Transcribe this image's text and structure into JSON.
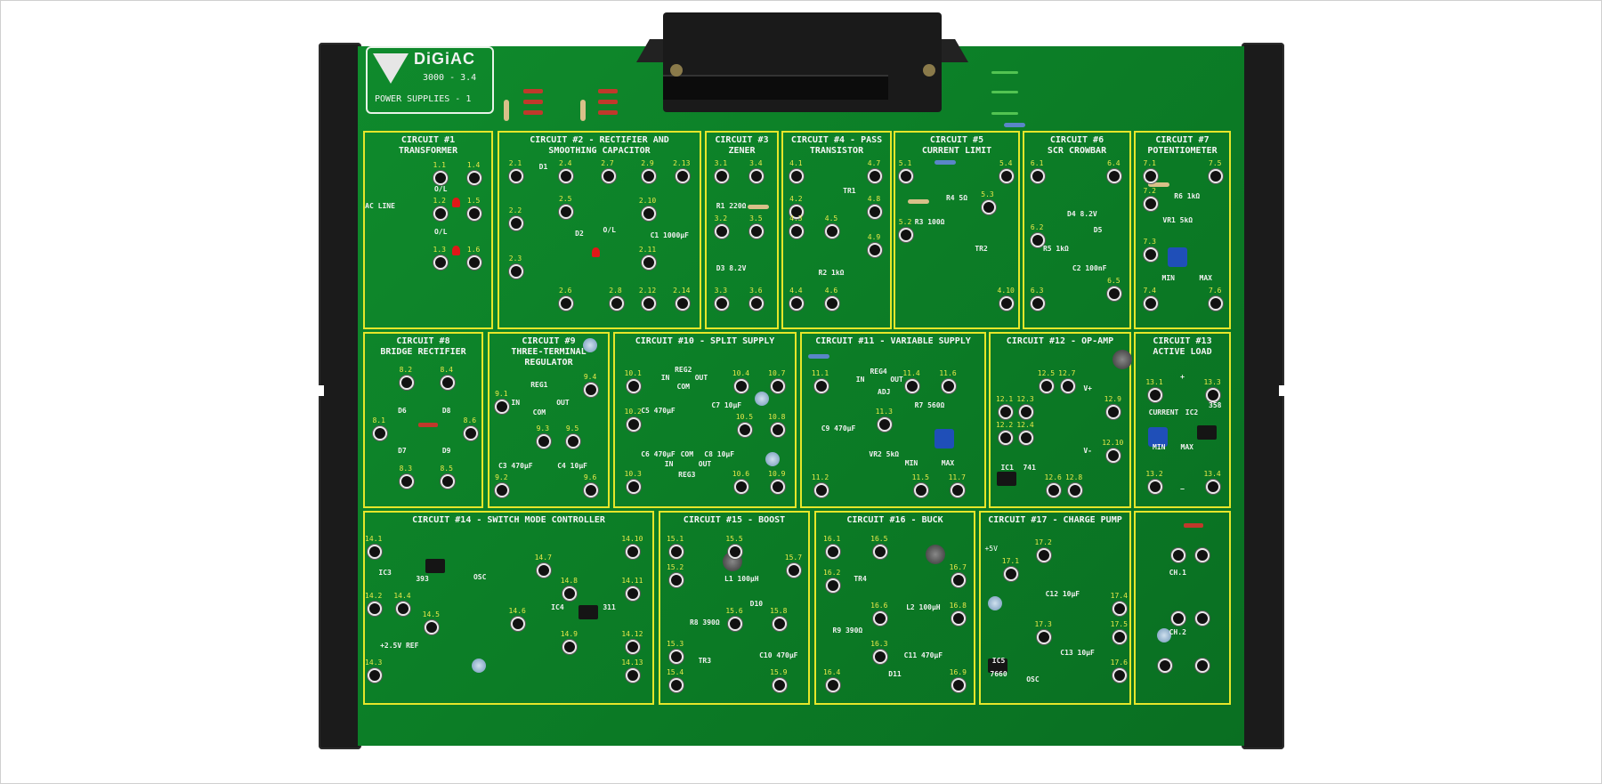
{
  "logo": {
    "brand": "DiGiAC",
    "model": "3000 - 3.4",
    "name": "POWER SUPPLIES - 1"
  },
  "colors": {
    "board": "#0b7a25",
    "outline": "#e6e62a",
    "terminal_label": "#e8e84a"
  },
  "panels": [
    {
      "title": [
        "CIRCUIT #1",
        "TRANSFORMER"
      ],
      "terminals": [
        "1.1",
        "1.4",
        "1.2",
        "1.5",
        "1.3",
        "1.6"
      ],
      "parts": [
        "O/L",
        "O/L",
        "AC LINE"
      ]
    },
    {
      "title": [
        "CIRCUIT #2 - RECTIFIER AND",
        "SMOOTHING CAPACITOR"
      ],
      "terminals": [
        "2.1",
        "2.4",
        "2.7",
        "2.9",
        "2.13",
        "2.2",
        "2.5",
        "2.10",
        "2.3",
        "2.11",
        "2.6",
        "2.8",
        "2.12",
        "2.14"
      ],
      "parts": [
        "D1",
        "D2",
        "O/L",
        "C1 1000µF"
      ]
    },
    {
      "title": [
        "CIRCUIT #3",
        "ZENER"
      ],
      "terminals": [
        "3.1",
        "3.4",
        "3.2",
        "3.5",
        "3.3",
        "3.6"
      ],
      "parts": [
        "R1 220Ω",
        "D3 8.2V"
      ]
    },
    {
      "title": [
        "CIRCUIT #4 - PASS",
        "TRANSISTOR"
      ],
      "terminals": [
        "4.1",
        "4.7",
        "4.2",
        "4.8",
        "4.3",
        "4.5",
        "4.9",
        "4.4",
        "4.6"
      ],
      "parts": [
        "TR1",
        "R2 1kΩ"
      ]
    },
    {
      "title": [
        "CIRCUIT #5",
        "CURRENT LIMIT"
      ],
      "terminals": [
        "5.1",
        "5.4",
        "5.3",
        "5.2",
        "4.10"
      ],
      "parts": [
        "R4 5Ω",
        "R3 100Ω",
        "TR2"
      ]
    },
    {
      "title": [
        "CIRCUIT #6",
        "SCR CROWBAR"
      ],
      "terminals": [
        "6.1",
        "6.4",
        "6.2",
        "6.3",
        "6.5"
      ],
      "parts": [
        "D4 8.2V",
        "D5",
        "R5 1kΩ",
        "C2 100nF"
      ]
    },
    {
      "title": [
        "CIRCUIT #7",
        "POTENTIOMETER"
      ],
      "terminals": [
        "7.1",
        "7.5",
        "7.2",
        "7.3",
        "7.4",
        "7.6"
      ],
      "parts": [
        "R6 1kΩ",
        "VR1 5kΩ",
        "MIN",
        "MAX"
      ]
    },
    {
      "title": [
        "CIRCUIT #8",
        "BRIDGE RECTIFIER"
      ],
      "terminals": [
        "8.2",
        "8.4",
        "8.1",
        "8.6",
        "8.3",
        "8.5"
      ],
      "parts": [
        "D6",
        "D8",
        "D7",
        "D9"
      ]
    },
    {
      "title": [
        "CIRCUIT #9",
        "THREE-TERMINAL",
        "REGULATOR"
      ],
      "terminals": [
        "9.1",
        "9.4",
        "9.3",
        "9.5",
        "9.2",
        "9.6"
      ],
      "parts": [
        "REG1",
        "IN",
        "OUT",
        "COM",
        "C3 470µF",
        "C4 10µF"
      ]
    },
    {
      "title": [
        "CIRCUIT #10 - SPLIT SUPPLY"
      ],
      "terminals": [
        "10.1",
        "10.4",
        "10.7",
        "10.2",
        "10.5",
        "10.8",
        "10.3",
        "10.6",
        "10.9"
      ],
      "parts": [
        "REG2",
        "IN",
        "OUT",
        "COM",
        "C5 470µF",
        "C7 10µF",
        "C6 470µF",
        "C8 10µF",
        "COM",
        "IN",
        "OUT",
        "REG3"
      ]
    },
    {
      "title": [
        "CIRCUIT #11 - VARIABLE SUPPLY"
      ],
      "terminals": [
        "11.1",
        "11.4",
        "11.6",
        "11.3",
        "11.2",
        "11.5",
        "11.7"
      ],
      "parts": [
        "REG4",
        "IN",
        "OUT",
        "ADJ",
        "C9 470µF",
        "R7 560Ω",
        "VR2 5kΩ",
        "MIN",
        "MAX"
      ]
    },
    {
      "title": [
        "CIRCUIT #12 - OP-AMP"
      ],
      "terminals": [
        "12.5",
        "12.7",
        "12.1",
        "12.3",
        "12.9",
        "12.2",
        "12.4",
        "12.10",
        "12.6",
        "12.8"
      ],
      "parts": [
        "V+",
        "V-",
        "IC1",
        "741"
      ]
    },
    {
      "title": [
        "CIRCUIT #13",
        "ACTIVE LOAD"
      ],
      "terminals": [
        "13.1",
        "13.3",
        "13.2",
        "13.4"
      ],
      "parts": [
        "+",
        "CURRENT",
        "IC2",
        "358",
        "MIN",
        "MAX",
        "−"
      ]
    },
    {
      "title": [
        "CIRCUIT #14 - SWITCH MODE CONTROLLER"
      ],
      "terminals": [
        "14.1",
        "14.10",
        "14.7",
        "14.8",
        "14.11",
        "14.2",
        "14.4",
        "14.6",
        "14.5",
        "14.9",
        "14.12",
        "14.3",
        "14.13"
      ],
      "parts": [
        "IC3",
        "393",
        "OSC",
        "IC4",
        "311",
        "+2.5V REF"
      ]
    },
    {
      "title": [
        "CIRCUIT #15 - BOOST"
      ],
      "terminals": [
        "15.1",
        "15.5",
        "15.2",
        "15.7",
        "15.6",
        "15.8",
        "15.3",
        "15.4",
        "15.9"
      ],
      "parts": [
        "L1 100µH",
        "D10",
        "R8 390Ω",
        "TR3",
        "C10 470µF"
      ]
    },
    {
      "title": [
        "CIRCUIT #16 - BUCK"
      ],
      "terminals": [
        "16.1",
        "16.5",
        "16.2",
        "16.7",
        "16.6",
        "16.8",
        "16.3",
        "16.4",
        "16.9"
      ],
      "parts": [
        "TR4",
        "L2 100µH",
        "R9 390Ω",
        "D11",
        "C11 470µF"
      ]
    },
    {
      "title": [
        "CIRCUIT #17 - CHARGE PUMP"
      ],
      "terminals": [
        "+5V",
        "17.1",
        "17.2",
        "17.4",
        "17.3",
        "17.5",
        "17.6"
      ],
      "parts": [
        "C12 10µF",
        "C13 10µF",
        "IC5",
        "7660",
        "OSC"
      ]
    },
    {
      "title": [],
      "terminals": [
        "",
        "",
        "",
        "",
        "",
        ""
      ],
      "parts": [
        "CH.1",
        "CH.2"
      ]
    }
  ]
}
